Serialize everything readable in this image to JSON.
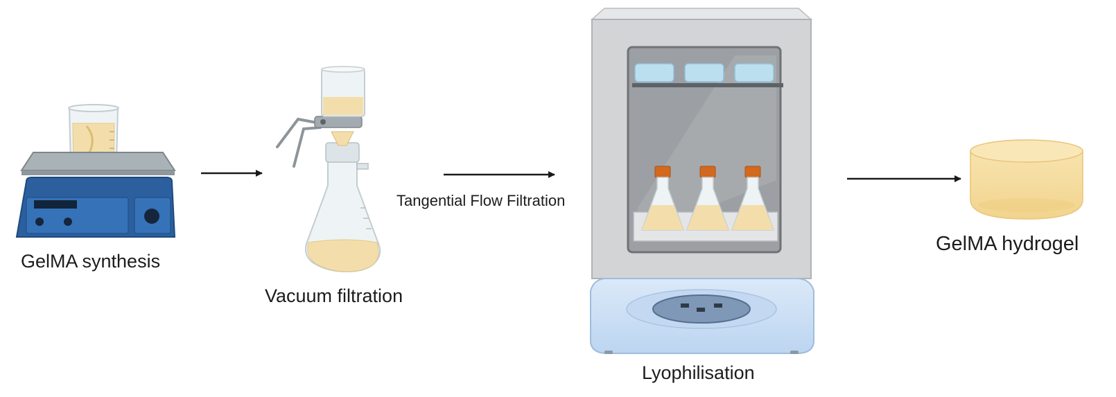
{
  "steps": {
    "synthesis": {
      "label": "GelMA synthesis",
      "icon": "stirrer-beaker-icon"
    },
    "vacuum": {
      "label": "Vacuum filtration",
      "icon": "vacuum-filtration-flask-icon"
    },
    "tff": {
      "label": "Tangential Flow Filtration"
    },
    "lyophilisation": {
      "label": "Lyophilisation",
      "icon": "freeze-dryer-icon"
    },
    "hydrogel": {
      "label": "GelMA hydrogel",
      "icon": "hydrogel-disc-icon"
    }
  },
  "colors": {
    "stirrer_body": "#2b5f9e",
    "stirrer_plate": "#a9b2b7",
    "liquid": "#f3dfae",
    "cabinet": "#d3d4d6",
    "window": "#9c9fa3",
    "cap": "#d2691e",
    "base": "#cfe2f7",
    "hydrogel": "#f6dfa3",
    "arrow": "#1a1a1a"
  }
}
